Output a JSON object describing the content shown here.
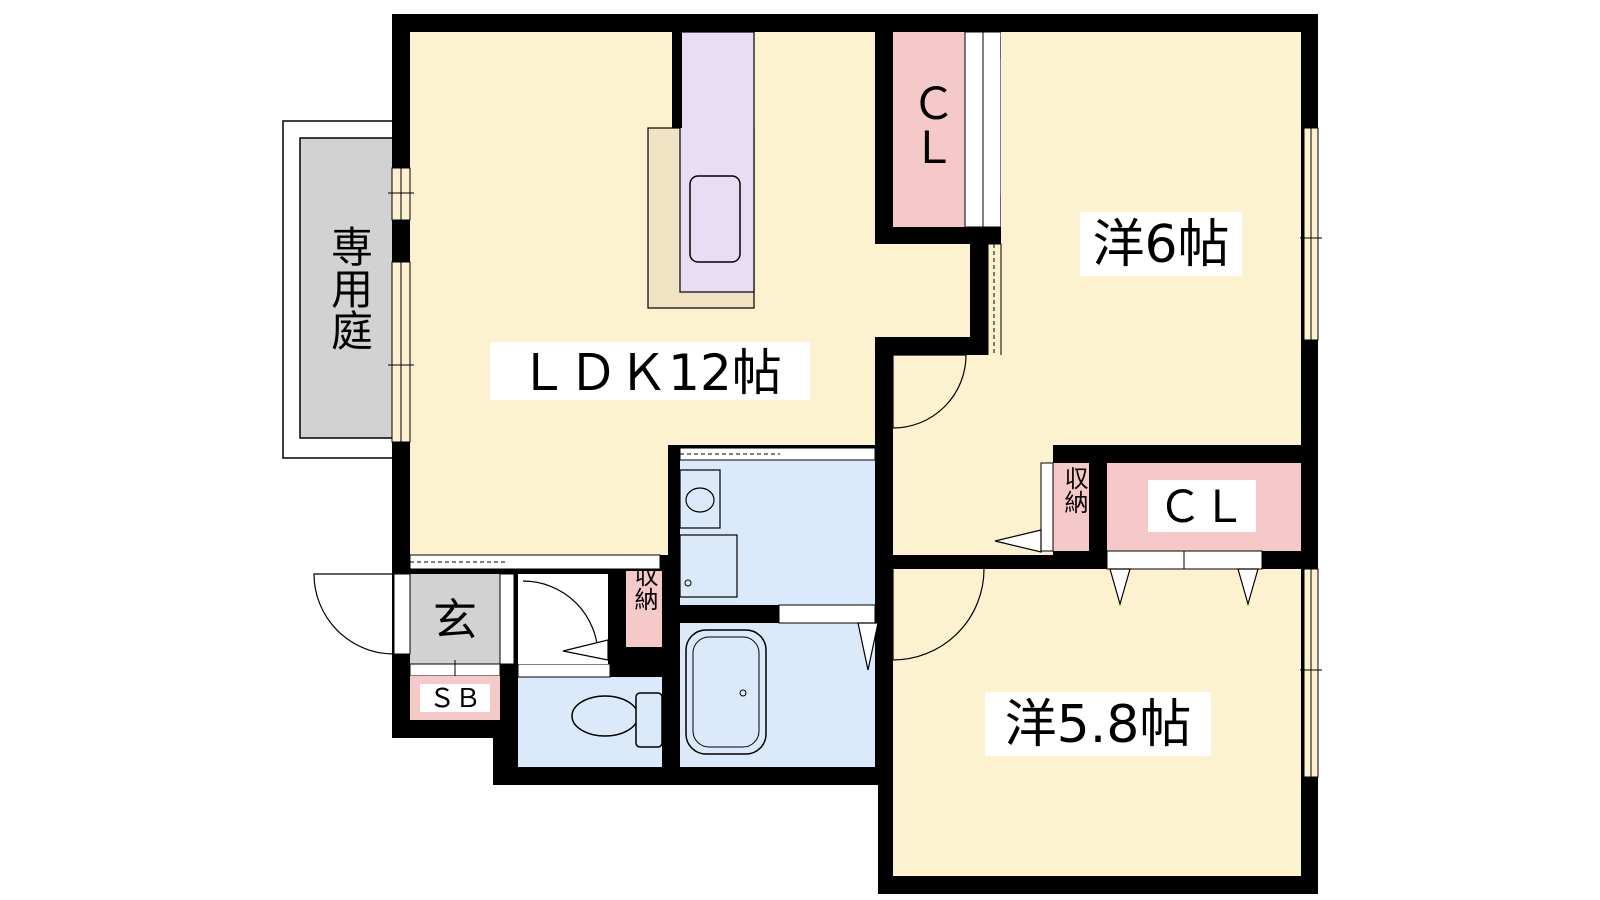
{
  "floorplan": {
    "rooms": {
      "ldk": {
        "label": "ＬＤＫ12帖",
        "fill": "#fdf2cf"
      },
      "west_bedroom_upper": {
        "label": "洋6帖",
        "fill": "#fdf2cf"
      },
      "west_bedroom_lower": {
        "label": "洋5.8帖",
        "fill": "#fdf2cf"
      },
      "garden": {
        "label": "専用庭",
        "fill": "#d2d2d2"
      },
      "entrance": {
        "label": "玄",
        "fill": "#d2d2d2"
      },
      "shoe_box": {
        "label": "ＳＢ",
        "fill": "#f6c9c9"
      },
      "closet_upper": {
        "label": "ＣＬ",
        "fill": "#f6c9c9"
      },
      "closet_lower": {
        "label": "ＣＬ",
        "fill": "#f6c9c9"
      },
      "storage_hall": {
        "label": "収納",
        "fill": "#f6c9c9"
      },
      "storage_entry": {
        "label": "収納",
        "fill": "#f6c9c9"
      },
      "washroom": {
        "fill": "#dbeafb"
      },
      "bathroom": {
        "fill": "#dbeafb"
      },
      "toilet": {
        "fill": "#dbeafb"
      }
    },
    "colors": {
      "wall": "#000000",
      "kitchen_counter": "#e9ddf5",
      "kitchen_back": "#f1e2c4"
    }
  }
}
